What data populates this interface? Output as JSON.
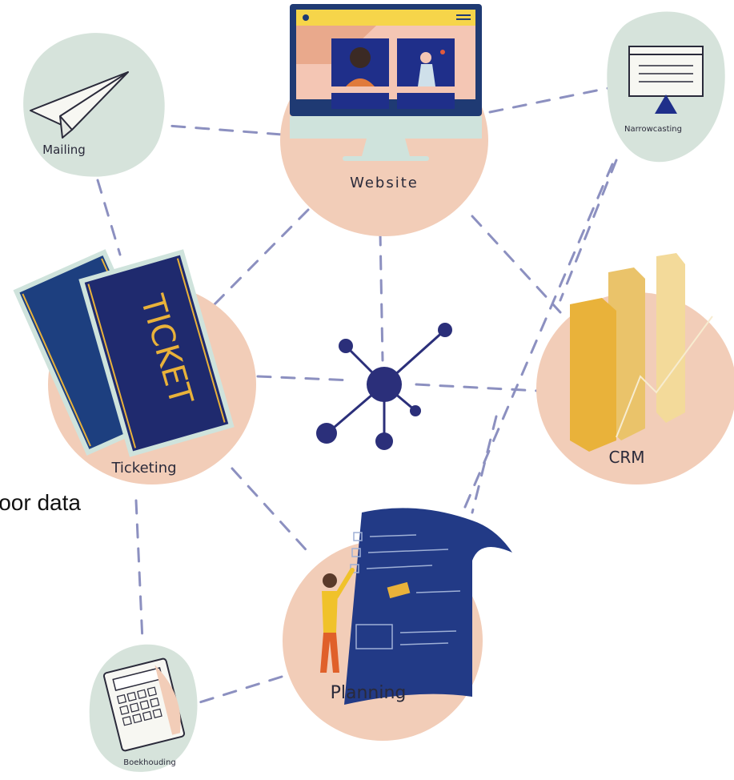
{
  "nodes": {
    "website": "Website",
    "narrowcasting": "Narrowcasting",
    "mailing": "Mailing",
    "ticketing": "Ticketing",
    "crm": "CRM",
    "planning": "Planning",
    "boekhouding": "Boekhouding"
  },
  "ticket_text": "TICKET",
  "overlay_text": "loor data",
  "colors": {
    "peach": "#f2cdb8",
    "sage": "#d6e3db",
    "navy": "#252a6e",
    "gold": "#e9b23a",
    "dash": "#8c90c0"
  },
  "icons": [
    "paper-plane-icon",
    "monitor-icon",
    "presentation-screen-icon",
    "ticket-icon",
    "bar-chart-icon",
    "hub-network-icon",
    "blueprint-icon",
    "calculator-icon"
  ]
}
